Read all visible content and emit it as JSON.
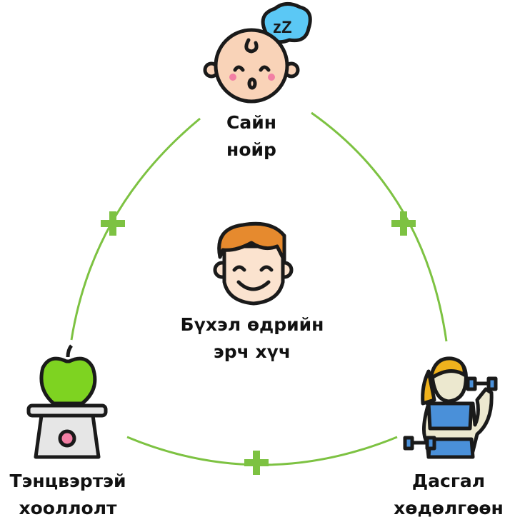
{
  "colors": {
    "accent": "#7dc242",
    "outline": "#1a1a1a"
  },
  "nodes": {
    "sleep": {
      "line1": "Сайн",
      "line2": "нойр",
      "icon": "sleeping-baby-icon"
    },
    "center": {
      "line1": "Бүхэл өдрийн",
      "line2": "эрч хүч",
      "icon": "smiling-face-icon"
    },
    "nutrition": {
      "line1": "Тэнцвэртэй",
      "line2": "хооллолт",
      "icon": "apple-on-scale-icon"
    },
    "exercise": {
      "line1": "Дасгал",
      "line2": "хөдөлгөөн",
      "icon": "woman-dumbbell-icon"
    }
  },
  "connectors": {
    "symbol": "+"
  }
}
